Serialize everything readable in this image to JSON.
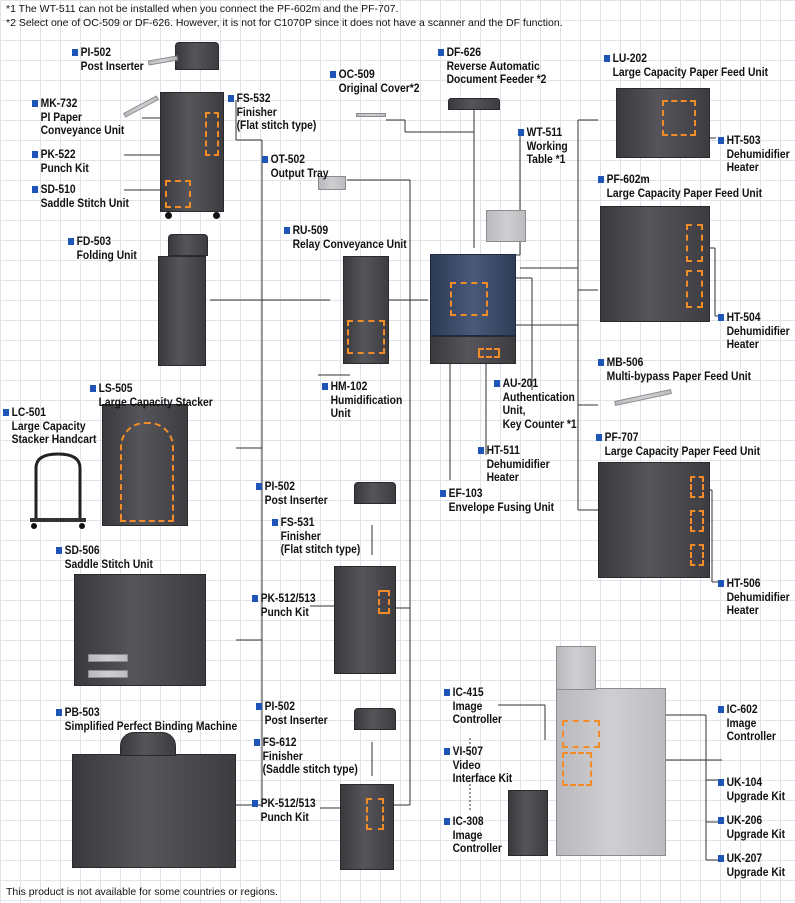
{
  "notes": {
    "n1": "*1 The WT-511 can not be installed when you connect the PF-602m and the PF-707.",
    "n2": "*2 Select one of OC-509 or DF-626. However, it is not for C1070P since it does not have a scanner and the DF function."
  },
  "footer": "This product is not available for some countries or regions.",
  "labels": {
    "pi502_a": {
      "code": "PI-502",
      "lines": [
        "Post Inserter"
      ]
    },
    "mk732": {
      "code": "MK-732",
      "lines": [
        "PI Paper",
        "Conveyance Unit"
      ]
    },
    "pk522": {
      "code": "PK-522",
      "lines": [
        "Punch Kit"
      ]
    },
    "sd510": {
      "code": "SD-510",
      "lines": [
        "Saddle Stitch Unit"
      ]
    },
    "fs532": {
      "code": "FS-532",
      "lines": [
        "Finisher",
        "(Flat stitch type)"
      ]
    },
    "fd503": {
      "code": "FD-503",
      "lines": [
        "Folding Unit"
      ]
    },
    "ls505": {
      "code": "LS-505",
      "lines": [
        "Large Capacity Stacker"
      ]
    },
    "lc501": {
      "code": "LC-501",
      "lines": [
        "Large Capacity",
        "Stacker Handcart"
      ]
    },
    "sd506": {
      "code": "SD-506",
      "lines": [
        "Saddle Stitch Unit"
      ]
    },
    "pb503": {
      "code": "PB-503",
      "lines": [
        "Simplified Perfect Binding Machine"
      ]
    },
    "oc509": {
      "code": "OC-509",
      "lines": [
        "Original Cover*2"
      ]
    },
    "df626": {
      "code": "DF-626",
      "lines": [
        "Reverse Automatic",
        "Document Feeder *2"
      ]
    },
    "ot502": {
      "code": "OT-502",
      "lines": [
        "Output Tray"
      ]
    },
    "ru509": {
      "code": "RU-509",
      "lines": [
        "Relay Conveyance Unit"
      ]
    },
    "hm102": {
      "code": "HM-102",
      "lines": [
        "Humidification",
        "Unit"
      ]
    },
    "wt511": {
      "code": "WT-511",
      "lines": [
        "Working",
        "Table *1"
      ]
    },
    "au201": {
      "code": "AU-201",
      "lines": [
        "Authentication",
        "Unit,",
        "Key Counter *1"
      ]
    },
    "ht511": {
      "code": "HT-511",
      "lines": [
        "Dehumidifier",
        "Heater"
      ]
    },
    "ef103": {
      "code": "EF-103",
      "lines": [
        "Envelope Fusing Unit"
      ]
    },
    "pi502_b": {
      "code": "PI-502",
      "lines": [
        "Post Inserter"
      ]
    },
    "fs531": {
      "code": "FS-531",
      "lines": [
        "Finisher",
        "(Flat stitch type)"
      ]
    },
    "pk512_a": {
      "code": "PK-512/513",
      "lines": [
        "Punch Kit"
      ]
    },
    "pi502_c": {
      "code": "PI-502",
      "lines": [
        "Post Inserter"
      ]
    },
    "fs612": {
      "code": "FS-612",
      "lines": [
        "Finisher",
        "(Saddle stitch type)"
      ]
    },
    "pk512_b": {
      "code": "PK-512/513",
      "lines": [
        "Punch Kit"
      ]
    },
    "lu202": {
      "code": "LU-202",
      "lines": [
        "Large Capacity Paper Feed Unit"
      ]
    },
    "ht503": {
      "code": "HT-503",
      "lines": [
        "Dehumidifier",
        "Heater"
      ]
    },
    "pf602m": {
      "code": "PF-602m",
      "lines": [
        "Large Capacity Paper Feed Unit"
      ]
    },
    "ht504": {
      "code": "HT-504",
      "lines": [
        "Dehumidifier",
        "Heater"
      ]
    },
    "mb506": {
      "code": "MB-506",
      "lines": [
        "Multi-bypass Paper Feed Unit"
      ]
    },
    "pf707": {
      "code": "PF-707",
      "lines": [
        "Large Capacity Paper Feed Unit"
      ]
    },
    "ht506": {
      "code": "HT-506",
      "lines": [
        "Dehumidifier",
        "Heater"
      ]
    },
    "ic415": {
      "code": "IC-415",
      "lines": [
        "Image",
        "Controller"
      ]
    },
    "vi507": {
      "code": "VI-507",
      "lines": [
        "Video",
        "Interface Kit"
      ]
    },
    "ic308": {
      "code": "IC-308",
      "lines": [
        "Image",
        "Controller"
      ]
    },
    "ic602": {
      "code": "IC-602",
      "lines": [
        "Image",
        "Controller"
      ]
    },
    "uk104": {
      "code": "UK-104",
      "lines": [
        "Upgrade Kit"
      ]
    },
    "uk206": {
      "code": "UK-206",
      "lines": [
        "Upgrade Kit"
      ]
    },
    "uk207": {
      "code": "UK-207",
      "lines": [
        "Upgrade Kit"
      ]
    }
  },
  "colors": {
    "accent": "#1f54b8",
    "highlight": "#f28c28",
    "grid": "#dfe4ea"
  }
}
